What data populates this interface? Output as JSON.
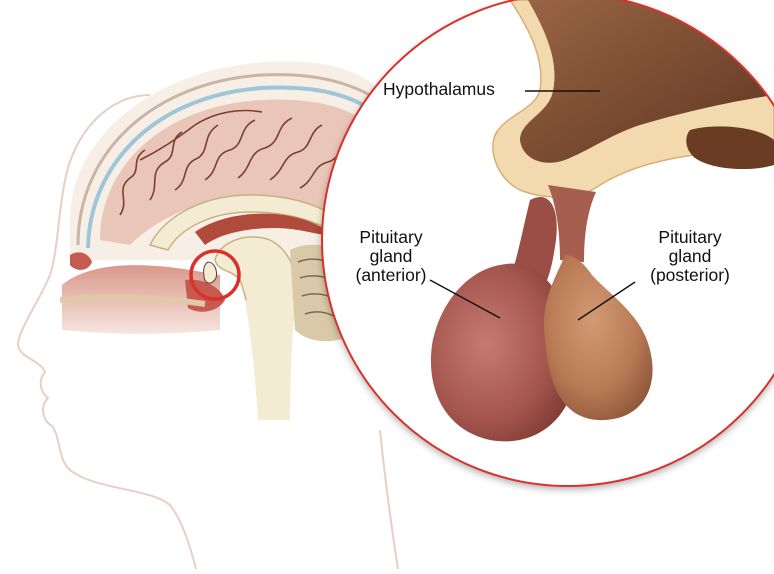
{
  "labels": {
    "hypothalamus": "Hypothalamus",
    "anterior": "Pituitary\ngland\n(anterior)",
    "posterior": "Pituitary\ngland\n(posterior)"
  },
  "colors": {
    "skin_outline": "#e8cfc4",
    "cortex": "#e9c6b8",
    "sulci": "#7a3f35",
    "white_matter": "#f4ecd2",
    "skull_bone": "#f3d9ae",
    "hypothalamus": "#7a4a2e",
    "anterior_lobe": "#a5574f",
    "posterior_lobe": "#b87a55",
    "highlight_ring": "#d9312b"
  }
}
